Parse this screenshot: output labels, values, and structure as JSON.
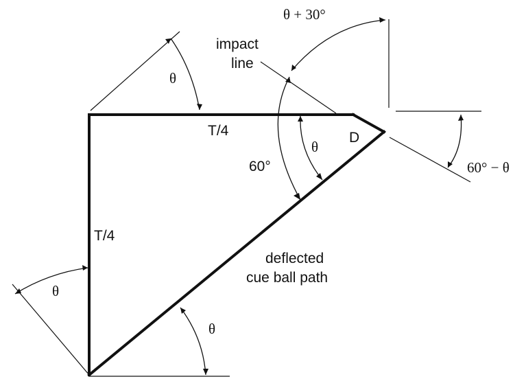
{
  "labels": {
    "impact_line_1": "impact",
    "impact_line_2": "line",
    "theta_plus_30": "θ + 30°",
    "theta_top_left": "θ",
    "t4_top": "T/4",
    "theta_mid": "θ",
    "d_label": "D",
    "sixty_minus_theta": "60° − θ",
    "sixty": "60°",
    "t4_left": "T/4",
    "deflected_1": "deflected",
    "deflected_2": "cue ball path",
    "theta_left": "θ",
    "theta_bottom": "θ"
  }
}
